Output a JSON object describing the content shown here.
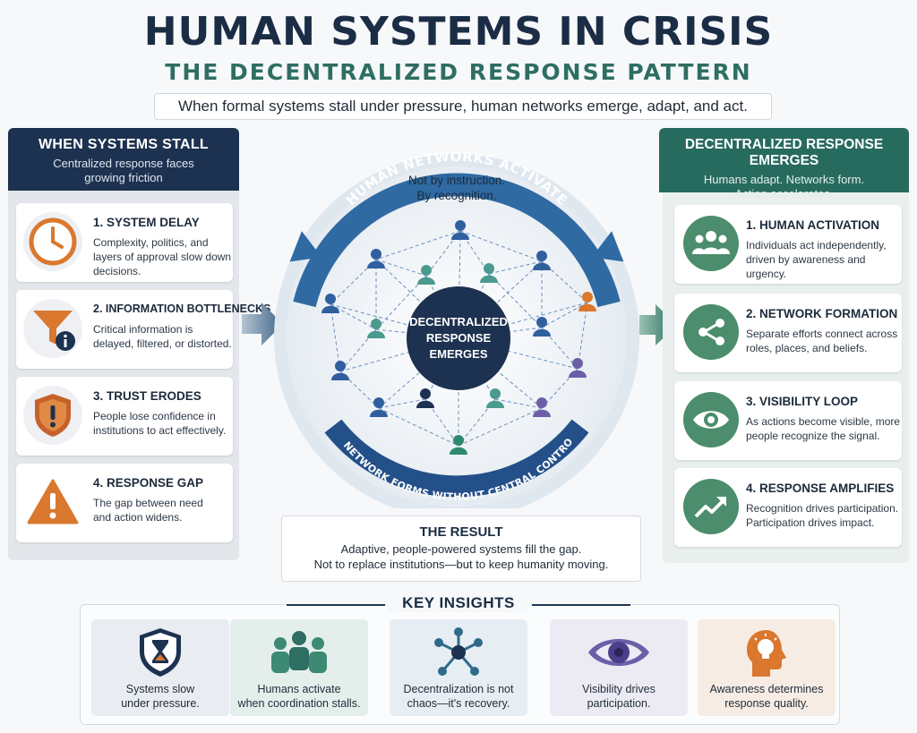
{
  "header": {
    "title": "HUMAN SYSTEMS IN CRISIS",
    "subtitle": "THE DECENTRALIZED RESPONSE PATTERN",
    "tagline": "When formal systems stall under pressure, human networks emerge, adapt, and act."
  },
  "left_panel": {
    "title": "WHEN SYSTEMS STALL",
    "subtitle_line1": "Centralized response faces",
    "subtitle_line2": "growing friction",
    "items": [
      {
        "title": "1. SYSTEM DELAY",
        "desc": "Complexity, politics, and layers of approval slow down decisions.",
        "icon": "clock-icon"
      },
      {
        "title": "2. INFORMATION BOTTLENECKS",
        "desc": "Critical information is delayed, filtered, or distorted.",
        "icon": "funnel-icon"
      },
      {
        "title": "3. TRUST ERODES",
        "desc": "People lose confidence in institutions to act effectively.",
        "icon": "shield-alert-icon"
      },
      {
        "title": "4. RESPONSE GAP",
        "desc": "The gap between need and action widens.",
        "icon": "warning-icon"
      }
    ]
  },
  "center": {
    "arc_top": "HUMAN NETWORKS ACTIVATE",
    "arc_bottom": "A NETWORK FORMS WITHOUT CENTRAL CONTROL",
    "caption_line1": "Not by instruction.",
    "caption_line2": "By recognition.",
    "hub_line1": "DECENTRALIZED",
    "hub_line2": "RESPONSE",
    "hub_line3": "EMERGES"
  },
  "right_panel": {
    "title": "DECENTRALIZED RESPONSE EMERGES",
    "subtitle_line1": "Humans adapt. Networks form.",
    "subtitle_line2": "Action accelerates.",
    "items": [
      {
        "title": "1. HUMAN ACTIVATION",
        "desc": "Individuals act independently, driven by awareness and urgency.",
        "icon": "people-icon"
      },
      {
        "title": "2. NETWORK FORMATION",
        "desc": "Separate efforts connect across roles, places, and beliefs.",
        "icon": "share-icon"
      },
      {
        "title": "3. VISIBILITY LOOP",
        "desc": "As actions become visible, more people recognize the signal.",
        "icon": "eye-icon"
      },
      {
        "title": "4. RESPONSE AMPLIFIES",
        "desc": "Recognition drives participation. Participation drives impact.",
        "icon": "trend-up-icon"
      }
    ]
  },
  "result": {
    "title": "THE RESULT",
    "line1": "Adaptive, people-powered systems fill the gap.",
    "line2": "Not to replace institutions—but to keep humanity moving."
  },
  "insights": {
    "title": "KEY INSIGHTS",
    "items": [
      {
        "label_line1": "Systems slow",
        "label_line2": "under pressure.",
        "icon": "hourglass-shield-icon"
      },
      {
        "label_line1": "Humans activate",
        "label_line2": "when coordination stalls.",
        "icon": "group-icon"
      },
      {
        "label_line1": "Decentralization is not",
        "label_line2": "chaos—it's recovery.",
        "icon": "network-hub-icon"
      },
      {
        "label_line1": "Visibility drives",
        "label_line2": "participation.",
        "icon": "eye-icon"
      },
      {
        "label_line1": "Awareness determines",
        "label_line2": "response quality.",
        "icon": "head-lightbulb-icon"
      }
    ]
  },
  "colors": {
    "navy": "#1d3150",
    "teal": "#276b5e",
    "green": "#4b8d6c",
    "orange": "#d9782e",
    "blue_arc": "#2f6aa3"
  }
}
